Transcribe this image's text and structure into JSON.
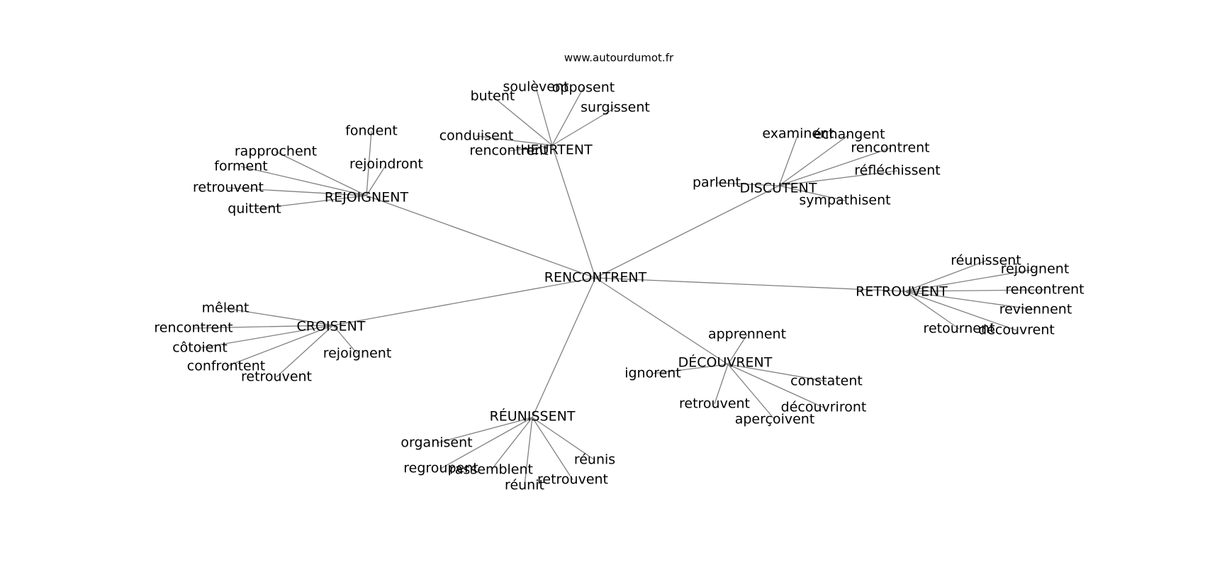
{
  "source": "www.autourdumot.fr",
  "center": "RENCONTRENT",
  "groups": [
    {
      "hub": "HEURTENT",
      "leaves": [
        "butent",
        "soulèvent",
        "opposent",
        "surgissent",
        "conduisent",
        "rencontrent"
      ]
    },
    {
      "hub": "REJOIGNENT",
      "leaves": [
        "fondent",
        "rapprochent",
        "rejoindront",
        "forment",
        "retrouvent",
        "quittent"
      ]
    },
    {
      "hub": "DISCUTENT",
      "leaves": [
        "examinent",
        "échangent",
        "rencontrent",
        "réfléchissent",
        "parlent",
        "sympathisent"
      ]
    },
    {
      "hub": "RETROUVENT",
      "leaves": [
        "réunissent",
        "rejoignent",
        "rencontrent",
        "reviennent",
        "retournent",
        "découvrent"
      ]
    },
    {
      "hub": "CROISENT",
      "leaves": [
        "mêlent",
        "rencontrent",
        "côtoient",
        "confrontent",
        "retrouvent",
        "rejoignent"
      ]
    },
    {
      "hub": "DÉCOUVRENT",
      "leaves": [
        "apprennent",
        "ignorent",
        "constatent",
        "retrouvent",
        "découvriront",
        "aperçoivent"
      ]
    },
    {
      "hub": "RÉUNISSENT",
      "leaves": [
        "organisent",
        "regroupent",
        "rassemblent",
        "réunit",
        "retrouvent",
        "réunis"
      ]
    }
  ]
}
